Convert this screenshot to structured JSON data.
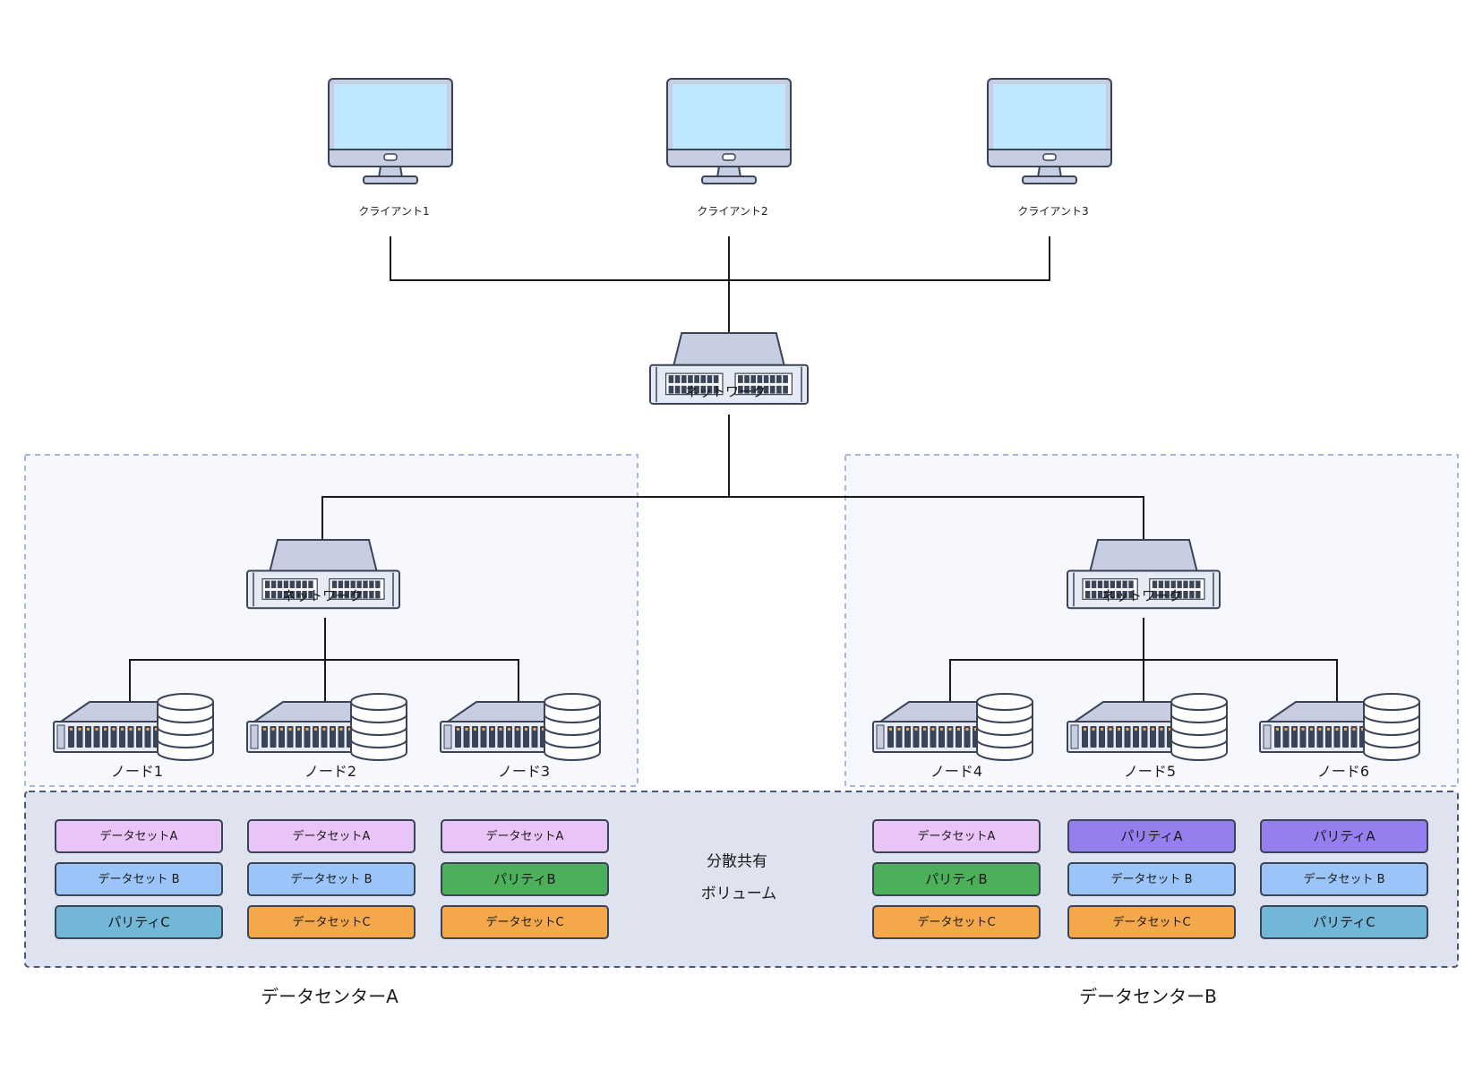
{
  "colors": {
    "dataset_a": "#E8C4F7",
    "dataset_b": "#9BC5F8",
    "dataset_c": "#F5A84A",
    "parity_a": "#957FEF",
    "parity_b": "#4CB05A",
    "parity_c": "#72B6D8",
    "screen": "#BDE8FF",
    "device": "#C7CEE2",
    "outline": "#3A4458",
    "zone_border": "#A8B6E0",
    "volume_bg": "#DFE3EF",
    "volume_border": "#4A5A7A"
  },
  "clients": [
    {
      "label": "クライアント1",
      "icon": "monitor-icon"
    },
    {
      "label": "クライアント2",
      "icon": "monitor-icon"
    },
    {
      "label": "クライアント3",
      "icon": "monitor-icon"
    }
  ],
  "core_network": {
    "label": "ネットワーク",
    "icon": "network-switch-icon"
  },
  "datacenters": [
    {
      "label": "データセンターA",
      "network": {
        "label": "ネットワーク",
        "icon": "network-switch-icon"
      },
      "nodes": [
        {
          "label": "ノード1",
          "icon": "storage-server-icon",
          "blocks": [
            {
              "text": "データセットA",
              "kind": "dataset_a"
            },
            {
              "text": "データセット B",
              "kind": "dataset_b"
            },
            {
              "text": "パリティC",
              "kind": "parity_c"
            }
          ]
        },
        {
          "label": "ノード2",
          "icon": "storage-server-icon",
          "blocks": [
            {
              "text": "データセットA",
              "kind": "dataset_a"
            },
            {
              "text": "データセット B",
              "kind": "dataset_b"
            },
            {
              "text": "データセットC",
              "kind": "dataset_c"
            }
          ]
        },
        {
          "label": "ノード3",
          "icon": "storage-server-icon",
          "blocks": [
            {
              "text": "データセットA",
              "kind": "dataset_a"
            },
            {
              "text": "パリティB",
              "kind": "parity_b"
            },
            {
              "text": "データセットC",
              "kind": "dataset_c"
            }
          ]
        }
      ]
    },
    {
      "label": "データセンターB",
      "network": {
        "label": "ネットワーク",
        "icon": "network-switch-icon"
      },
      "nodes": [
        {
          "label": "ノード4",
          "icon": "storage-server-icon",
          "blocks": [
            {
              "text": "データセットA",
              "kind": "dataset_a"
            },
            {
              "text": "パリティB",
              "kind": "parity_b"
            },
            {
              "text": "データセットC",
              "kind": "dataset_c"
            }
          ]
        },
        {
          "label": "ノード5",
          "icon": "storage-server-icon",
          "blocks": [
            {
              "text": "パリティA",
              "kind": "parity_a"
            },
            {
              "text": "データセット B",
              "kind": "dataset_b"
            },
            {
              "text": "データセットC",
              "kind": "dataset_c"
            }
          ]
        },
        {
          "label": "ノード6",
          "icon": "storage-server-icon",
          "blocks": [
            {
              "text": "パリティA",
              "kind": "parity_a"
            },
            {
              "text": "データセット B",
              "kind": "dataset_b"
            },
            {
              "text": "パリティC",
              "kind": "parity_c"
            }
          ]
        }
      ]
    }
  ],
  "shared_volume": {
    "label_line1": "分散共有",
    "label_line2": "ボリューム"
  }
}
